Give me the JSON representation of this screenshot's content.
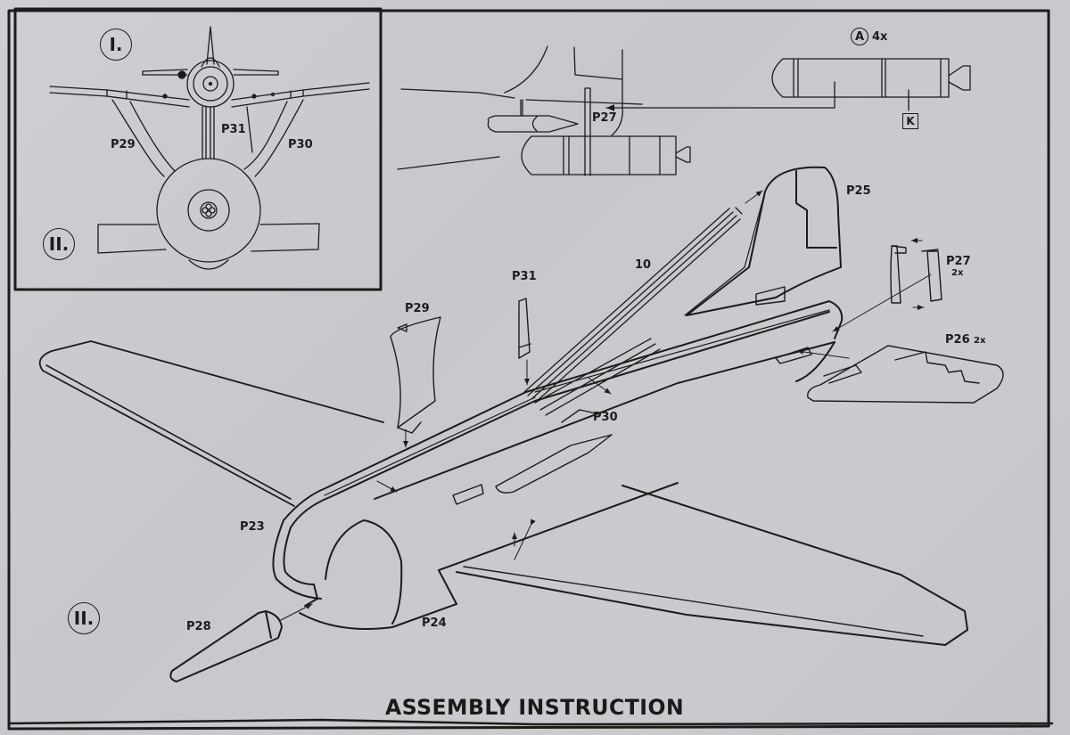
{
  "document": {
    "title": "ASSEMBLY INSTRUCTION",
    "ink_color": "#1c1c1c",
    "paper_color": "#cacace"
  },
  "inset_front_view": {
    "step_marks": [
      "I.",
      "II."
    ],
    "labels": {
      "left_strut": "P29",
      "center_strut": "P31",
      "right_strut": "P30"
    }
  },
  "rocket_detail": {
    "callout_letter": "A",
    "callout_quantity": "4x",
    "boxed_marking": "K",
    "pylon_label": "P27"
  },
  "main_assembly": {
    "step_mark": "II.",
    "parts": [
      {
        "id": "P23",
        "label": "P23",
        "qty": ""
      },
      {
        "id": "P24",
        "label": "P24",
        "qty": ""
      },
      {
        "id": "P25",
        "label": "P25",
        "qty": ""
      },
      {
        "id": "P26",
        "label": "P26",
        "qty": "2x"
      },
      {
        "id": "P27",
        "label": "P27",
        "qty": "2x"
      },
      {
        "id": "P28",
        "label": "P28",
        "qty": ""
      },
      {
        "id": "P29",
        "label": "P29",
        "qty": ""
      },
      {
        "id": "P30",
        "label": "P30",
        "qty": ""
      },
      {
        "id": "P31",
        "label": "P31",
        "qty": ""
      },
      {
        "id": "10",
        "label": "10",
        "qty": ""
      }
    ]
  }
}
